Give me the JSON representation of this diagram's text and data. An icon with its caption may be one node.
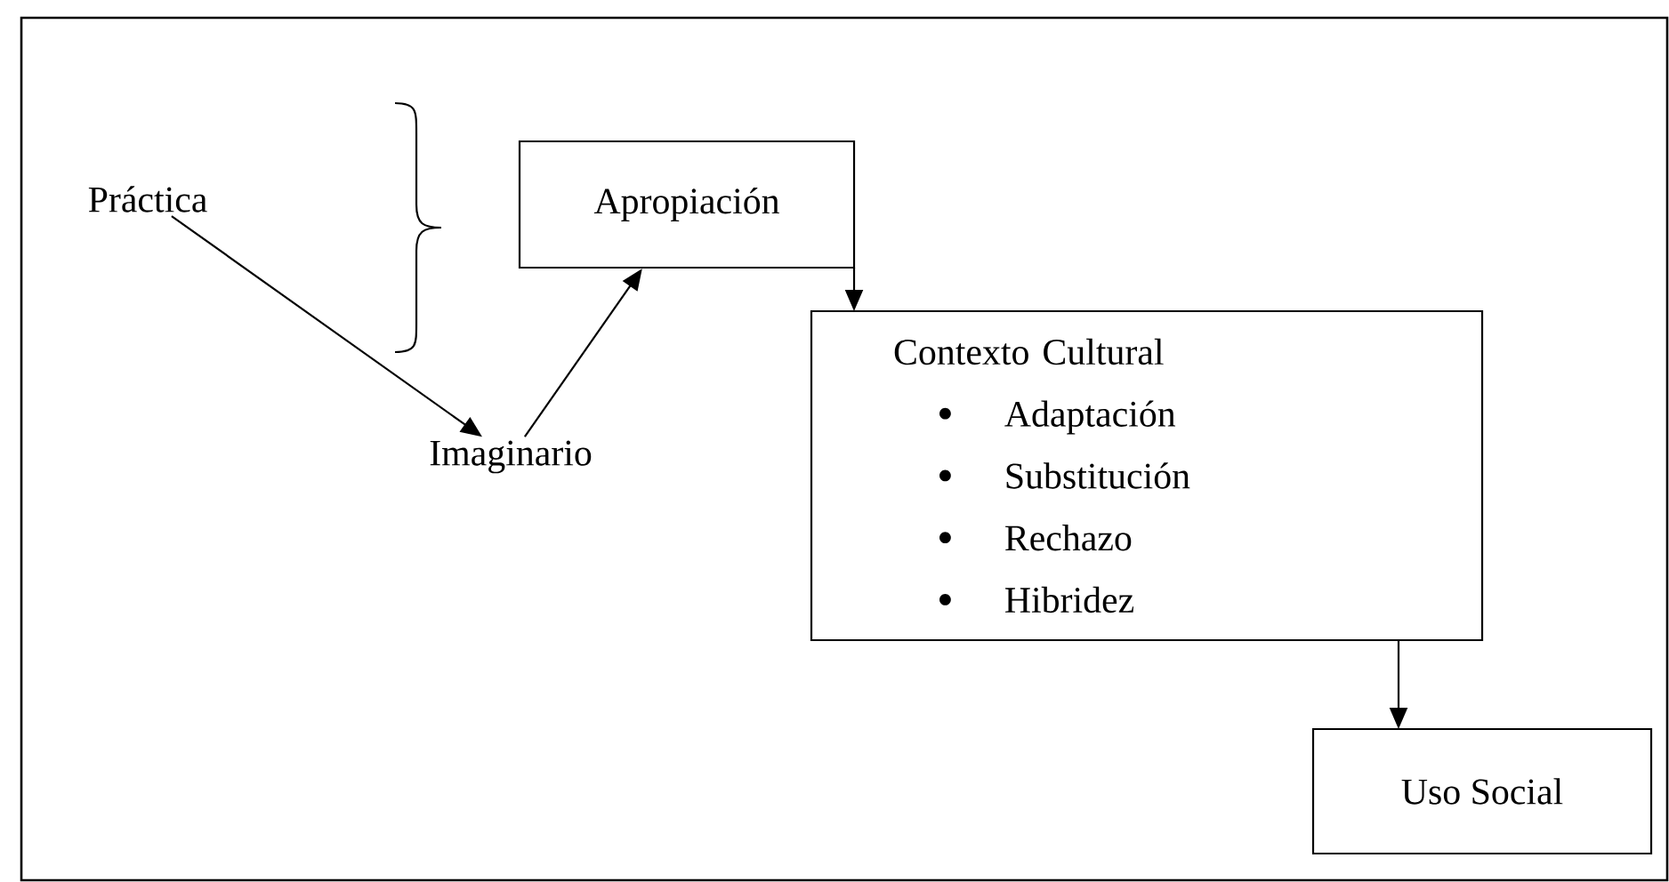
{
  "diagram": {
    "nodes": [
      {
        "text": [
          "Práctica"
        ]
      },
      {
        "text": [
          "Imaginario"
        ]
      },
      {
        "text": [
          "Apropiación"
        ]
      },
      {
        "text": [
          "Contexto Cultural",
          "Adaptación",
          "Substitución",
          "Rechazo",
          "Hibridez"
        ]
      },
      {
        "text": [
          "Uso Social"
        ]
      }
    ],
    "edges": [
      {
        "from": 0,
        "to": 1,
        "arrow": "to"
      },
      {
        "from": 1,
        "to": 2,
        "arrow": "to"
      },
      {
        "from": 2,
        "to": 3,
        "arrow": "to"
      },
      {
        "from": 3,
        "to": 4,
        "arrow": "to"
      }
    ]
  }
}
